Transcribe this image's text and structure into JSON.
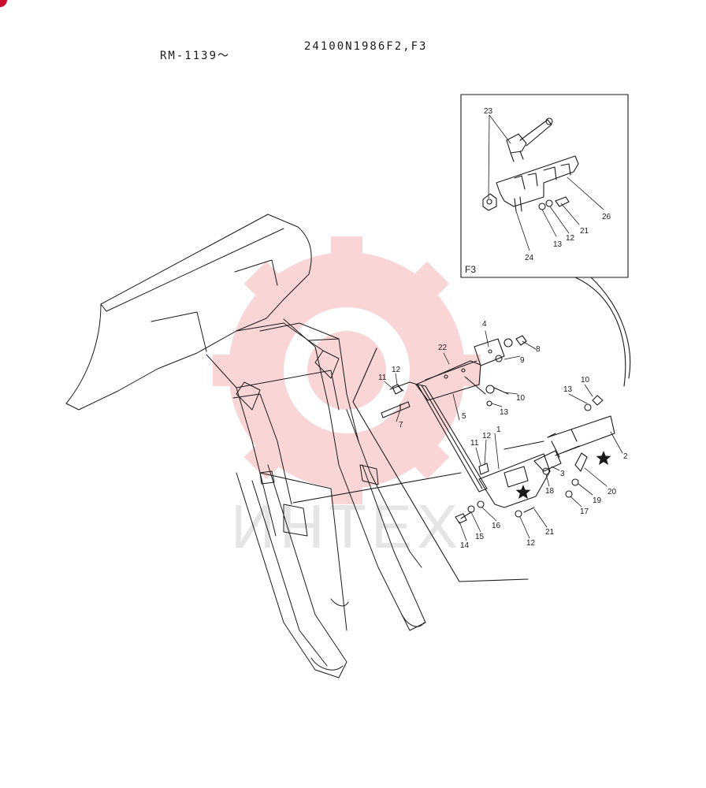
{
  "header": {
    "serial_range": "RM-1139～",
    "part_number": "24100N1986F2,F3"
  },
  "inset": {
    "label": "F3"
  },
  "watermark": {
    "text": "ИНТЕХ",
    "color": "#f2a0a0"
  },
  "callouts": [
    {
      "id": "c23",
      "text": "23"
    },
    {
      "id": "c26",
      "text": "26"
    },
    {
      "id": "c21a",
      "text": "21"
    },
    {
      "id": "c12a",
      "text": "12"
    },
    {
      "id": "c13a",
      "text": "13"
    },
    {
      "id": "c24",
      "text": "24"
    },
    {
      "id": "c4",
      "text": "4"
    },
    {
      "id": "c8",
      "text": "8"
    },
    {
      "id": "c22",
      "text": "22"
    },
    {
      "id": "c9",
      "text": "9"
    },
    {
      "id": "c11a",
      "text": "11"
    },
    {
      "id": "c12b",
      "text": "12"
    },
    {
      "id": "c10a",
      "text": "10"
    },
    {
      "id": "c13b",
      "text": "13"
    },
    {
      "id": "c10b",
      "text": "10"
    },
    {
      "id": "c13c",
      "text": "13"
    },
    {
      "id": "c7",
      "text": "7"
    },
    {
      "id": "c5",
      "text": "5"
    },
    {
      "id": "c1",
      "text": "1"
    },
    {
      "id": "c11b",
      "text": "11"
    },
    {
      "id": "c12c",
      "text": "12"
    },
    {
      "id": "c2",
      "text": "2"
    },
    {
      "id": "c3",
      "text": "3"
    },
    {
      "id": "c20",
      "text": "20"
    },
    {
      "id": "c18",
      "text": "18"
    },
    {
      "id": "c19",
      "text": "19"
    },
    {
      "id": "c17",
      "text": "17"
    },
    {
      "id": "c16",
      "text": "16"
    },
    {
      "id": "c15",
      "text": "15"
    },
    {
      "id": "c14",
      "text": "14"
    },
    {
      "id": "c12d",
      "text": "12"
    },
    {
      "id": "c21b",
      "text": "21"
    }
  ],
  "colors": {
    "ink": "#1a1a1a",
    "corner_mark": "#c8102e"
  }
}
